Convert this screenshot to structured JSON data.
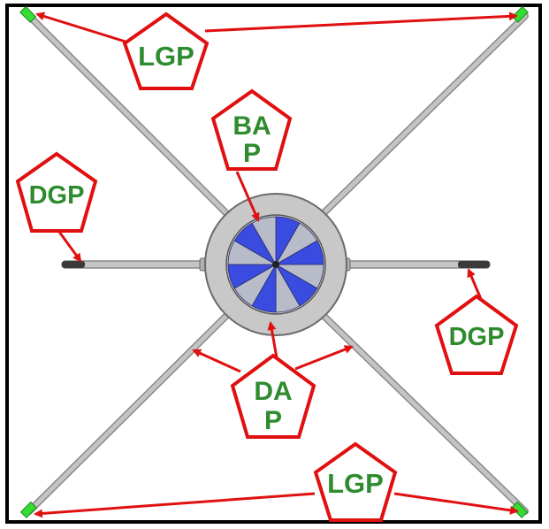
{
  "diagram": {
    "colors": {
      "frame": "#000000",
      "arm": "#c4c4c4",
      "arm_edge": "#8a8a8a",
      "tip": "#33dd33",
      "hub_outer": "#c8c8c8",
      "hub_edge": "#6a6a6a",
      "blade_blue": "#3a4cdf",
      "blade_gray": "#b8bcc8",
      "dark_segment": "#3a3a3a",
      "arrow": "#e01010",
      "badge_stroke": "#e01010",
      "badge_fill": "#ffffff",
      "label_text": "#2e8b2e"
    },
    "labels": {
      "lgp_top": "LGP",
      "bap_line1": "BA",
      "bap_line2": "P",
      "dgp_left": "DGP",
      "dgp_right": "DGP",
      "dap_line1": "DA",
      "dap_line2": "P",
      "lgp_bottom": "LGP"
    }
  }
}
